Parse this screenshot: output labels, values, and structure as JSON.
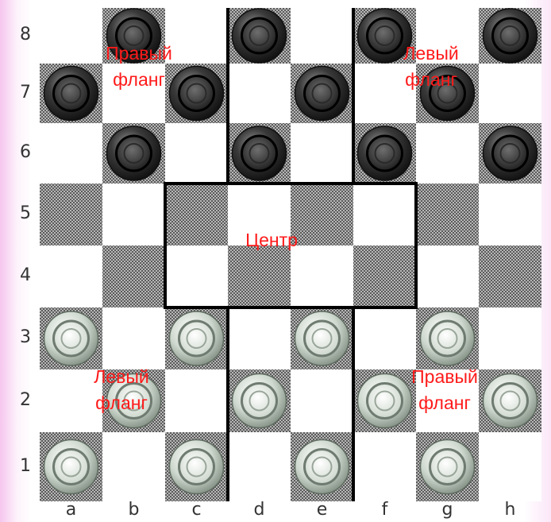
{
  "board": {
    "files": [
      "a",
      "b",
      "c",
      "d",
      "e",
      "f",
      "g",
      "h"
    ],
    "ranks": [
      "8",
      "7",
      "6",
      "5",
      "4",
      "3",
      "2",
      "1"
    ],
    "colors": {
      "light_square": "#ffffff",
      "dark_square_a": "#5a5a5a",
      "dark_square_b": "#b8b8b8",
      "zone_border": "#000000",
      "annotation_text": "#ff1a1a"
    }
  },
  "pieces": {
    "black": [
      "b8",
      "d8",
      "f8",
      "h8",
      "a7",
      "c7",
      "e7",
      "g7",
      "b6",
      "d6",
      "f6",
      "h6"
    ],
    "white": [
      "a3",
      "c3",
      "e3",
      "g3",
      "b2",
      "d2",
      "f2",
      "h2",
      "a1",
      "c1",
      "e1",
      "g1"
    ]
  },
  "annotations": {
    "black_right_flank": "Правый\nфланг",
    "black_left_flank": "Левый\nфланг",
    "center": "Центр",
    "white_left_flank": "Левый\nфланг",
    "white_right_flank": "Правый\nфланг"
  }
}
